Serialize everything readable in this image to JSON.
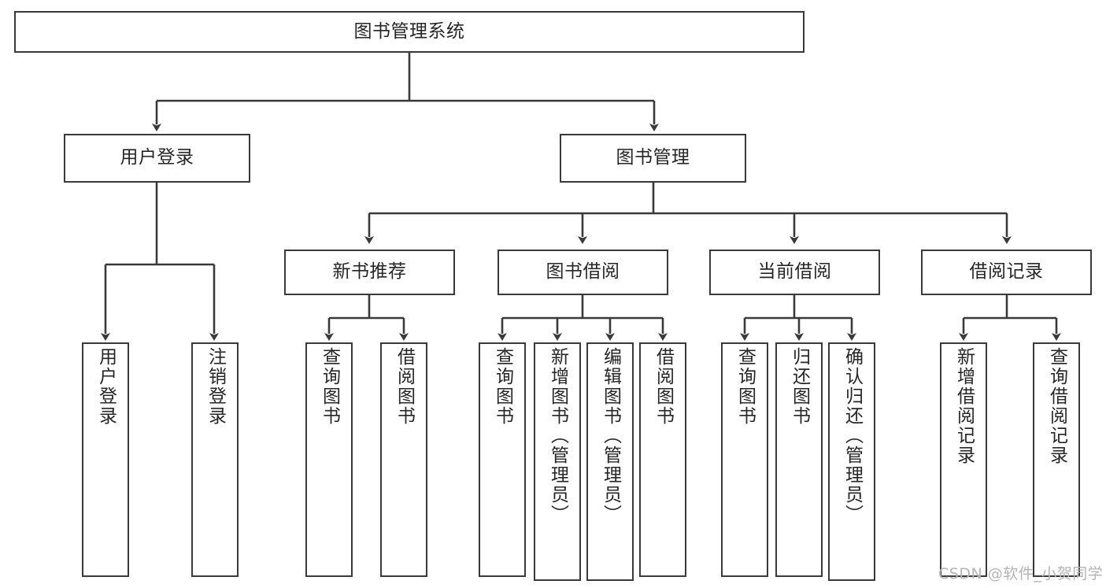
{
  "diagram": {
    "title": "图书管理系统",
    "type": "function-structure-tree",
    "line_color": "#3a3a3a",
    "text_color": "#262626",
    "background": "#ffffff"
  },
  "watermark": {
    "text": "CSDN @软件_小贺同学",
    "color": "#b4b4b4"
  },
  "nodes": {
    "root": {
      "label": "图书管理系统"
    },
    "level2": [
      {
        "id": "user-login",
        "label": "用户登录"
      },
      {
        "id": "book-manage",
        "label": "图书管理"
      }
    ],
    "level3": [
      {
        "id": "new-book-recommend",
        "label": "新书推荐"
      },
      {
        "id": "book-borrow",
        "label": "图书借阅"
      },
      {
        "id": "current-borrow",
        "label": "当前借阅"
      },
      {
        "id": "borrow-record",
        "label": "借阅记录"
      }
    ],
    "leaves": [
      {
        "id": "leaf-user-login",
        "label": "用户登录"
      },
      {
        "id": "leaf-logout-login",
        "label": "注销登录"
      },
      {
        "id": "leaf-query-book-1",
        "label": "查询图书"
      },
      {
        "id": "leaf-borrow-book-1",
        "label": "借阅图书"
      },
      {
        "id": "leaf-query-book-2",
        "label": "查询图书"
      },
      {
        "id": "leaf-add-book-admin",
        "label": "新增图书（管理员）"
      },
      {
        "id": "leaf-edit-book-admin",
        "label": "编辑图书（管理员）"
      },
      {
        "id": "leaf-borrow-book-2",
        "label": "借阅图书"
      },
      {
        "id": "leaf-query-book-3",
        "label": "查询图书"
      },
      {
        "id": "leaf-return-book",
        "label": "归还图书"
      },
      {
        "id": "leaf-confirm-return-admin",
        "label": "确认归还（管理员）"
      },
      {
        "id": "leaf-add-borrow-record",
        "label": "新增借阅记录"
      },
      {
        "id": "leaf-query-borrow-record",
        "label": "查询借阅记录"
      }
    ]
  }
}
